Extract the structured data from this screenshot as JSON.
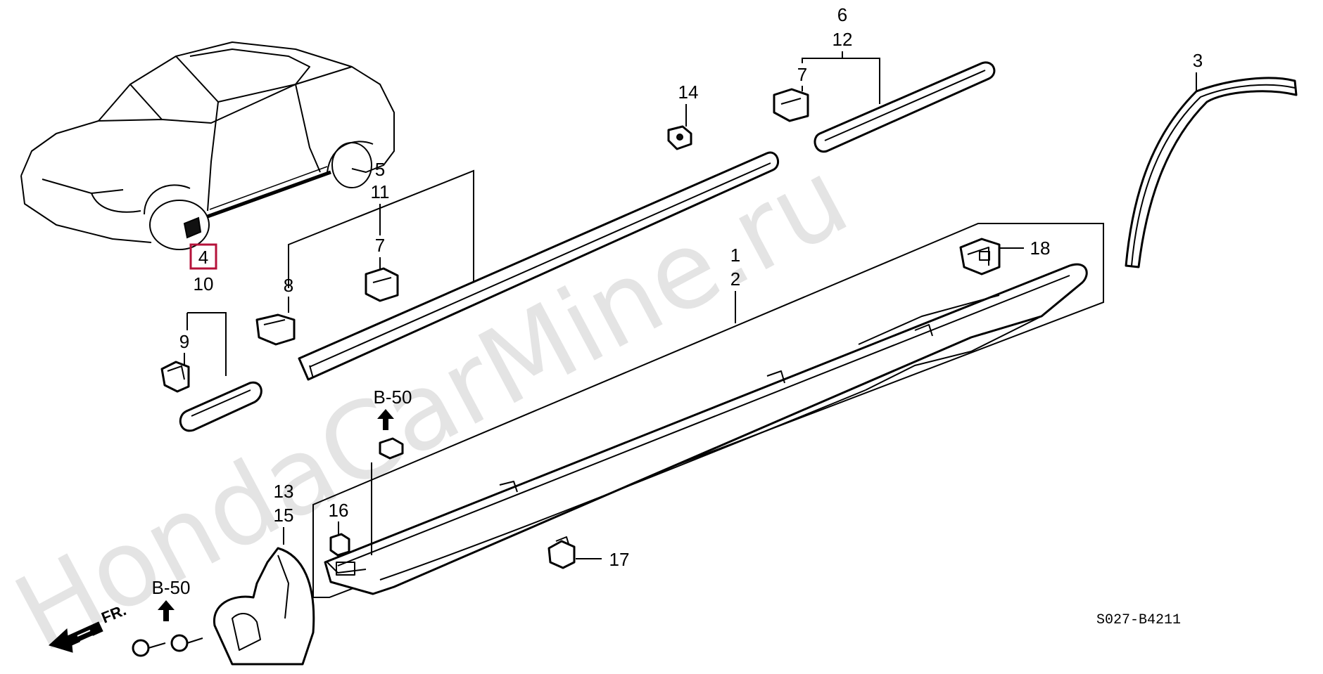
{
  "watermark": "HondaCarMine.ru",
  "diagram_code": "S027-B4211",
  "direction_label": "FR.",
  "highlight_color": "#b5123a",
  "callouts": {
    "p1": "1",
    "p2": "2",
    "p3": "3",
    "p4": "4",
    "p5": "5",
    "p6": "6",
    "p7a": "7",
    "p7b": "7",
    "p8": "8",
    "p9": "9",
    "p10": "10",
    "p11": "11",
    "p12": "12",
    "p13": "13",
    "p14": "14",
    "p15": "15",
    "p16": "16",
    "p17": "17",
    "p18": "18"
  },
  "references": {
    "ref_a": "B-50",
    "ref_b": "B-50"
  }
}
